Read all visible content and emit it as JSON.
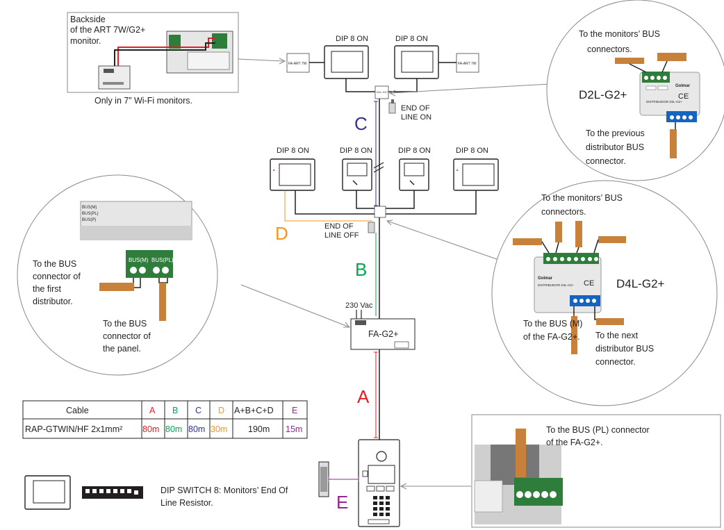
{
  "colors": {
    "cable_a": "#e31e24",
    "cable_b": "#00a651",
    "cable_c": "#2e3192",
    "cable_d": "#f7941d",
    "cable_e": "#92278f",
    "wire_tan": "#c8813a",
    "terminal_green": "#2e7d3a",
    "terminal_blue": "#1565c0"
  },
  "backside": {
    "line1": "Backside",
    "line2": "of the  ART 7W/G2+",
    "line3": "monitor.",
    "note": "Only in 7” Wi-Fi monitors."
  },
  "top_monitors": {
    "left_dip": "DIP 8 ON",
    "right_dip": "DIP 8 ON",
    "left_fa": "FA-ART 7W",
    "right_fa": "FA-ART 7W",
    "distributor_label": "D2L-G2+",
    "end_line_1": "END OF",
    "end_line_2": "LINE ON"
  },
  "mid_monitors": {
    "dip_1": "DIP 8 ON",
    "dip_2": "DIP 8 ON",
    "dip_3": "DIP 8 ON",
    "dip_4": "DIP 8 ON",
    "distributor_label": "D4L-G2+",
    "end_line_1": "END OF",
    "end_line_2": "LINE OFF"
  },
  "cable_letters": {
    "a": "A",
    "b": "B",
    "c": "C",
    "d": "D",
    "e": "E"
  },
  "power": {
    "voltage": "230 Vac",
    "unit": "FA-G2+"
  },
  "d2l_detail": {
    "top_1": "To the monitors’ BUS",
    "top_2": "connectors.",
    "name": "D2L-G2+",
    "brand": "Golmar",
    "model_text": "DISTRIBUIDOR D2L-G2+",
    "ce": "CE",
    "bottom_1": "To the previous",
    "bottom_2": "distributor BUS",
    "bottom_3": "connector."
  },
  "d4l_detail": {
    "top_1": "To the monitors’ BUS",
    "top_2": "connectors.",
    "name": "D4L-G2+",
    "brand": "Golmar",
    "model_text": "DISTRIBUIDOR D4L-G2+",
    "ce": "CE",
    "left_1": "To the BUS (M)",
    "left_2": "of the FA-G2+.",
    "right_1": "To the next",
    "right_2": "distributor BUS",
    "right_3": "connector."
  },
  "fa_detail": {
    "bus_m": "BUS(M)",
    "bus_pl": "BUS(PL)",
    "left_1": "To the BUS",
    "left_2": "connector of",
    "left_3": "the first",
    "left_4": "distributor.",
    "right_1": "To the BUS",
    "right_2": "connector of",
    "right_3": "the panel.",
    "side_labels": [
      "BUS(M)",
      "BUS(PL)",
      "BUS(P)"
    ]
  },
  "panel_detail": {
    "line1": "To the BUS (PL) connector",
    "line2": "of the FA-G2+."
  },
  "cable_table": {
    "headers": [
      "Cable",
      "A",
      "B",
      "C",
      "D",
      "A+B+C+D",
      "E"
    ],
    "row": [
      "RAP-GTWIN/HF 2x1mm²",
      "80m",
      "80m",
      "80m",
      "30m",
      "190m",
      "15m"
    ]
  },
  "dip_note": {
    "line1": "DIP SWITCH 8:  Monitors’ End Of",
    "line2": "Line Resistor."
  }
}
